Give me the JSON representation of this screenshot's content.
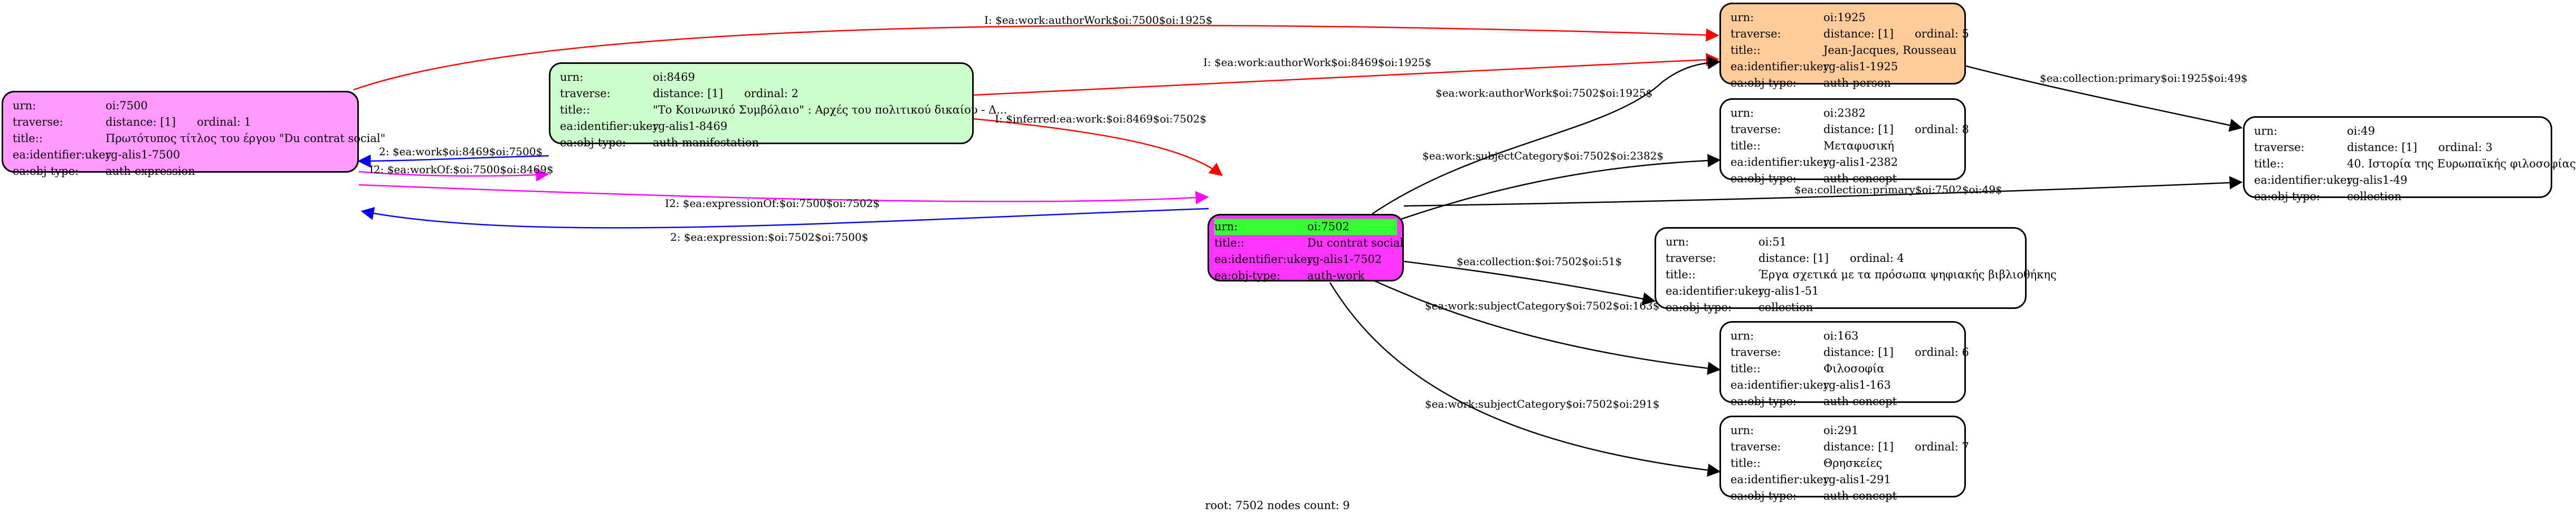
{
  "nodes": {
    "n7500": {
      "fill": "#ff99ff",
      "urn": "oi:7500",
      "traverse": "distance: [1]",
      "ordinal": "ordinal: 1",
      "title": "Πρωτότυπος τίτλος του έργου \"Du contrat social\"",
      "ukey": "rg-alis1-7500",
      "objtype": "auth-expression"
    },
    "n8469": {
      "fill": "#ccffcc",
      "urn": "oi:8469",
      "traverse": "distance: [1]",
      "ordinal": "ordinal: 2",
      "title": "\"Το Κοινωνικό Συμβόλαιο\" : Αρχές του πολιτικού δικαίου - Δ...",
      "ukey": "rg-alis1-8469",
      "objtype": "auth-manifestation"
    },
    "n1925": {
      "fill": "#ffcc99",
      "urn": "oi:1925",
      "traverse": "distance: [1]",
      "ordinal": "ordinal: 5",
      "title": "Jean-Jacques, Rousseau",
      "ukey": "rg-alis1-1925",
      "objtype": "auth-person"
    },
    "n7502": {
      "fill": "#ff33ff",
      "urn_fill": "#33ff33",
      "urn": "oi:7502",
      "title": "Du contrat social",
      "ukey": "rg-alis1-7502",
      "objtype": "auth-work"
    },
    "n2382": {
      "urn": "oi:2382",
      "traverse": "distance: [1]",
      "ordinal": "ordinal: 8",
      "title": "Μεταφυσική",
      "ukey": "rg-alis1-2382",
      "objtype": "auth-concept"
    },
    "n49": {
      "urn": "oi:49",
      "traverse": "distance: [1]",
      "ordinal": "ordinal: 3",
      "title": "40. Ιστορία της Ευρωπαϊκής φιλοσοφίας",
      "ukey": "rg-alis1-49",
      "objtype": "collection"
    },
    "n51": {
      "urn": "oi:51",
      "traverse": "distance: [1]",
      "ordinal": "ordinal: 4",
      "title": "Έργα σχετικά με τα πρόσωπα ψηφιακής βιβλιοθήκης",
      "ukey": "rg-alis1-51",
      "objtype": "collection"
    },
    "n163": {
      "urn": "oi:163",
      "traverse": "distance: [1]",
      "ordinal": "ordinal: 6",
      "title": "Φιλοσοφία",
      "ukey": "rg-alis1-163",
      "objtype": "auth-concept"
    },
    "n291": {
      "urn": "oi:291",
      "traverse": "distance: [1]",
      "ordinal": "ordinal: 7",
      "title": "Θρησκείες",
      "ukey": "rg-alis1-291",
      "objtype": "auth-concept"
    }
  },
  "keys": {
    "urn": "urn:",
    "traverse": "traverse:",
    "title": "title::",
    "ukey": "ea:identifier:ukey",
    "objtype": "ea:obj-type:"
  },
  "edges": {
    "e1": "I: $ea:work:authorWork$oi:7500$oi:1925$",
    "e2": "I: $ea:work:authorWork$oi:8469$oi:1925$",
    "e3": "2: $ea:work$oi:8469$oi:7500$",
    "e4": "I2: $ea:workOf:$oi:7500$oi:8469$",
    "e5": "I: $inferred:ea:work:$oi:8469$oi:7502$",
    "e6": "I2: $ea:expressionOf:$oi:7500$oi:7502$",
    "e7": "2: $ea:expression:$oi:7502$oi:7500$",
    "e8": "$ea:work:authorWork$oi:7502$oi:1925$",
    "e9": "$ea:collection:primary$oi:1925$oi:49$",
    "e10": "$ea:work:subjectCategory$oi:7502$oi:2382$",
    "e11": "$ea:collection:primary$oi:7502$oi:49$",
    "e12": "$ea:collection:$oi:7502$oi:51$",
    "e13": "$ea:work:subjectCategory$oi:7502$oi:163$",
    "e14": "$ea:work:subjectCategory$oi:7502$oi:291$"
  },
  "colors": {
    "red_edge": "#ff0000",
    "blue_edge": "#0000ff",
    "magenta_edge": "#ff00ff",
    "black_edge": "#000000"
  },
  "footer": "root: 7502 nodes count: 9"
}
